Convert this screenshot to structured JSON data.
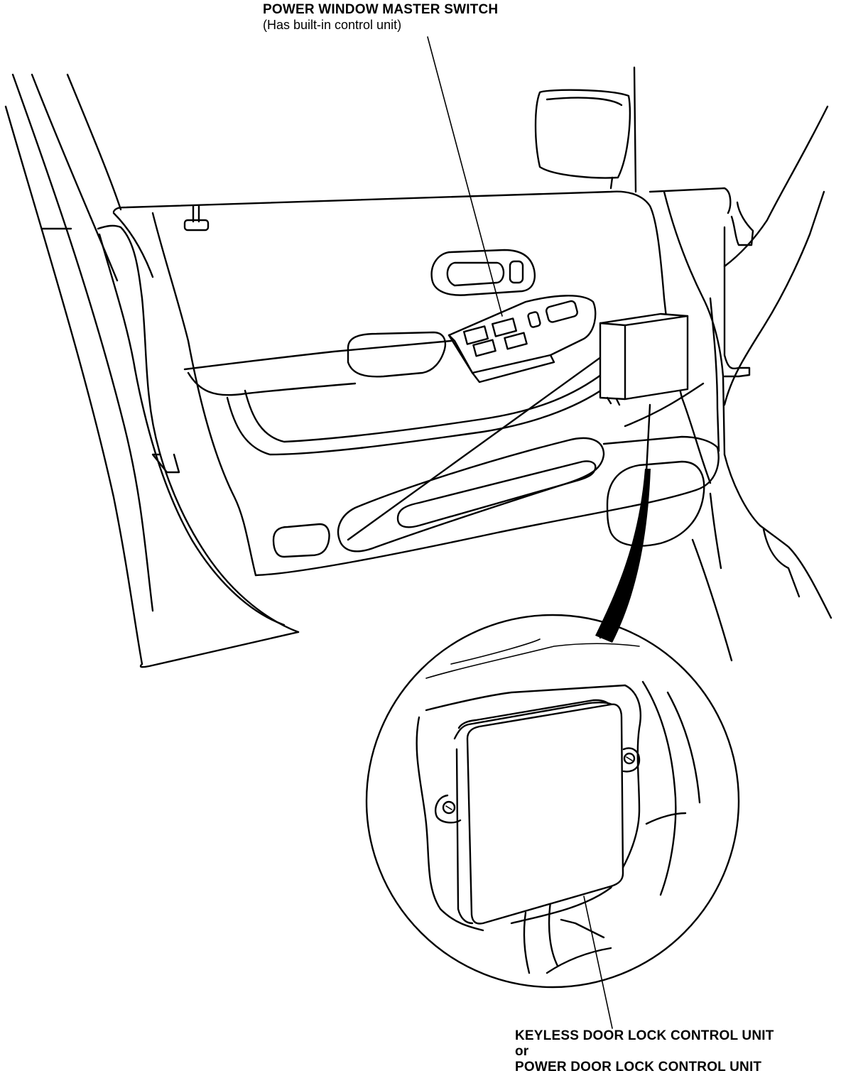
{
  "callouts": {
    "master_switch": {
      "title": "POWER WINDOW MASTER SWITCH",
      "note": "(Has built-in control unit)"
    },
    "control_unit": {
      "line1": "KEYLESS DOOR LOCK CONTROL UNIT",
      "line2": "or",
      "line3": "POWER DOOR LOCK CONTROL UNIT"
    }
  },
  "colors": {
    "line": "#000000",
    "background": "#ffffff"
  }
}
